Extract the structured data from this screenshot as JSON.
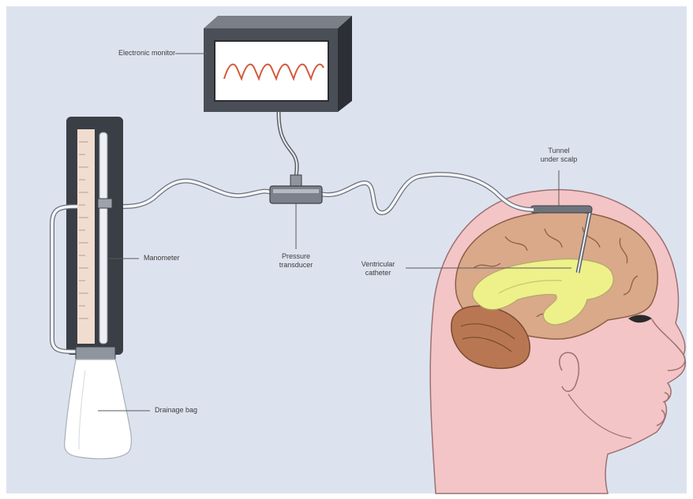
{
  "labels": {
    "electronic_monitor": "Electronic monitor",
    "tunnel_under_scalp": [
      "Tunnel",
      "under scalp"
    ],
    "manometer": "Manometer",
    "pressure_transducer": [
      "Pressure",
      "transducer"
    ],
    "ventricular_catheter": [
      "Ventricular",
      "catheter"
    ],
    "drainage_bag": "Drainage bag"
  },
  "colors": {
    "background": "#dde3ee",
    "skin": "#f4c5c6",
    "brain": "#d9a98a",
    "cerebellum": "#b87752",
    "ventricle": "#eef08a",
    "tubing": "#f4f6fa",
    "device_frame": "#3a3e45",
    "monitor_screen": "#ffffff",
    "waveform": "#d4583a"
  }
}
